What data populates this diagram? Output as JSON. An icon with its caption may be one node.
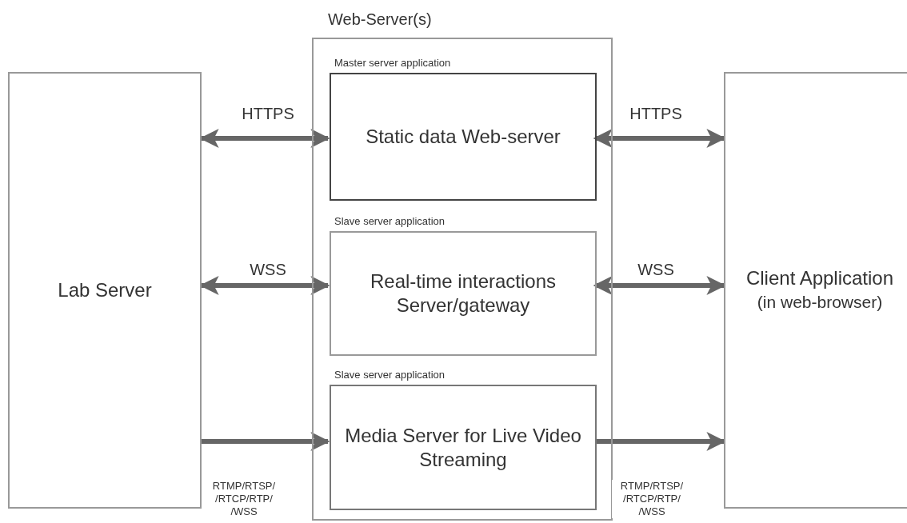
{
  "diagram": {
    "nodes": [
      {
        "text": [
          "Web-Server(s)"
        ]
      },
      {
        "text": [
          "Master server application",
          "Static data Web-server"
        ],
        "in": 0
      },
      {
        "text": [
          "Slave server application",
          "Real-time interactions Server/gateway"
        ],
        "in": 0
      },
      {
        "text": [
          "Slave server application",
          "Media Server for Live Video Streaming"
        ],
        "in": 0
      },
      {
        "text": [
          "Lab Server"
        ]
      },
      {
        "text": [
          "Client Application",
          "(in web-browser)"
        ]
      }
    ],
    "edges": [
      {
        "from": 4,
        "to": 1,
        "arrow": "both",
        "label": "HTTPS"
      },
      {
        "from": 1,
        "to": 5,
        "arrow": "both",
        "label": "HTTPS"
      },
      {
        "from": 4,
        "to": 2,
        "arrow": "both",
        "label": "WSS"
      },
      {
        "from": 2,
        "to": 5,
        "arrow": "both",
        "label": "WSS"
      },
      {
        "from": 4,
        "to": 3,
        "arrow": "to",
        "label": "RTMP/RTSP/ /RTCP/RTP/ /WSS"
      },
      {
        "from": 3,
        "to": 5,
        "arrow": "to",
        "label": "RTMP/RTSP/ /RTCP/RTP/ /WSS"
      }
    ]
  }
}
